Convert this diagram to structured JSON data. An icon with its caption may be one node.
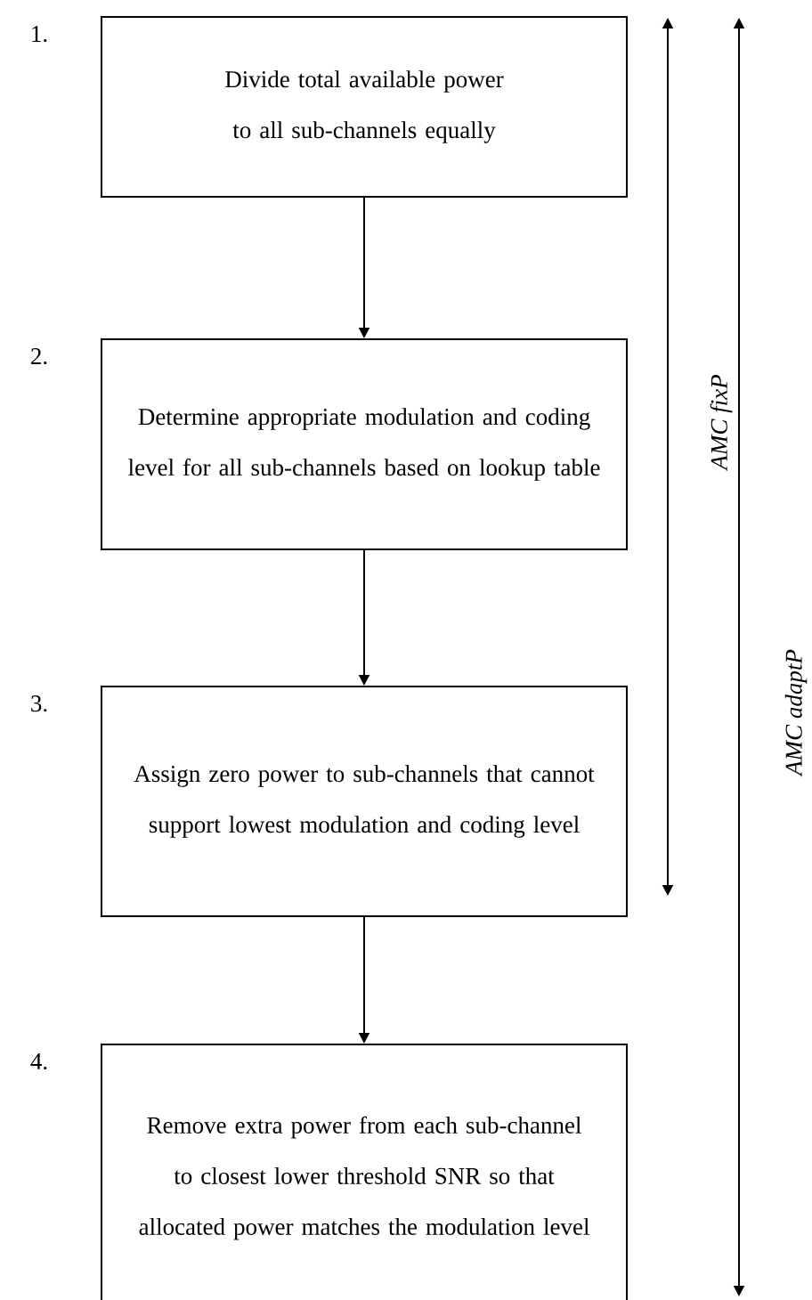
{
  "diagram": {
    "nodes": [
      {
        "text": [
          "Divide total available power to all sub-channels equally"
        ],
        "beside": [
          "1."
        ]
      },
      {
        "text": [
          "Determine appropriate modulation and coding level for all sub-channels based on lookup table"
        ],
        "beside": [
          "2."
        ]
      },
      {
        "text": [
          "Assign zero power to sub-channels that cannot support lowest modulation and coding level"
        ],
        "beside": [
          "3."
        ]
      },
      {
        "text": [
          "Remove extra power from each sub-channel to closest lower threshold SNR so that allocated power matches the modulation level"
        ],
        "beside": [
          "4."
        ]
      }
    ],
    "edges": [
      {
        "from": 0,
        "to": 1,
        "arrow": "to"
      },
      {
        "from": 1,
        "to": 2,
        "arrow": "to"
      },
      {
        "from": 2,
        "to": 3,
        "arrow": "to"
      }
    ],
    "labels": [
      "*AMC fixP*",
      "*AMC adaptP*"
    ]
  }
}
